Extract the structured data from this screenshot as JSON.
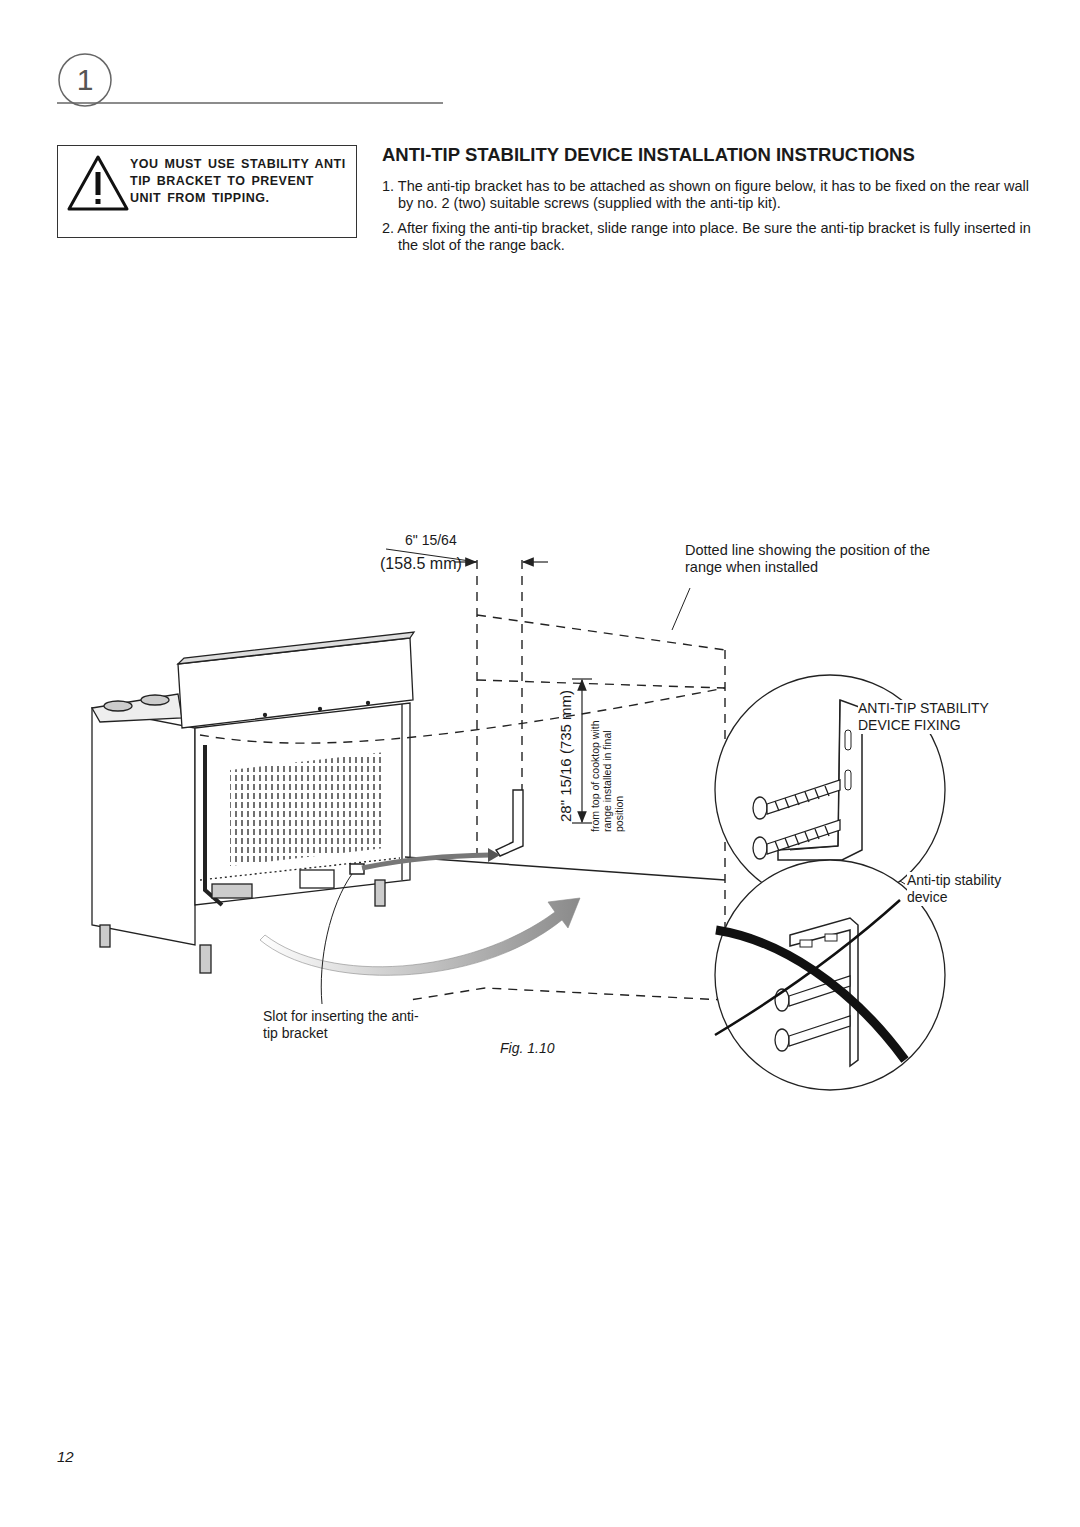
{
  "diagram": {
    "title": "ANTI-TIP STABILITY DEVICE INSTALLATION INSTRUCTIONS",
    "caption": "Fig. 1.10",
    "nodes": [
      {
        "text": [
          "YOU MUST USE STABILITY ANTI TIP BRACKET TO PREVENT UNIT FROM TIPPING."
        ]
      }
    ],
    "labels": [
      "1",
      "1. The anti-tip bracket has to be attached as shown on figure below, it has to be fixed on the rear wall by no. 2 (two) suitable screws (supplied with the anti-tip kit).",
      "2. After fixing the anti-tip bracket, slide range into place. Be sure the anti-tip bracket is fully inserted in the slot of the range back.",
      "6\" 15/64",
      "(158.5 mm)",
      "Dotted line showing the position of the range when installed",
      "28\" 15/16 (735 mm)",
      "from top of cooktop with range installed in final position",
      "ANTI-TIP STABILITY DEVICE FIXING",
      "Anti-tip stability device",
      "Slot for inserting the anti-tip bracket",
      "12"
    ]
  }
}
